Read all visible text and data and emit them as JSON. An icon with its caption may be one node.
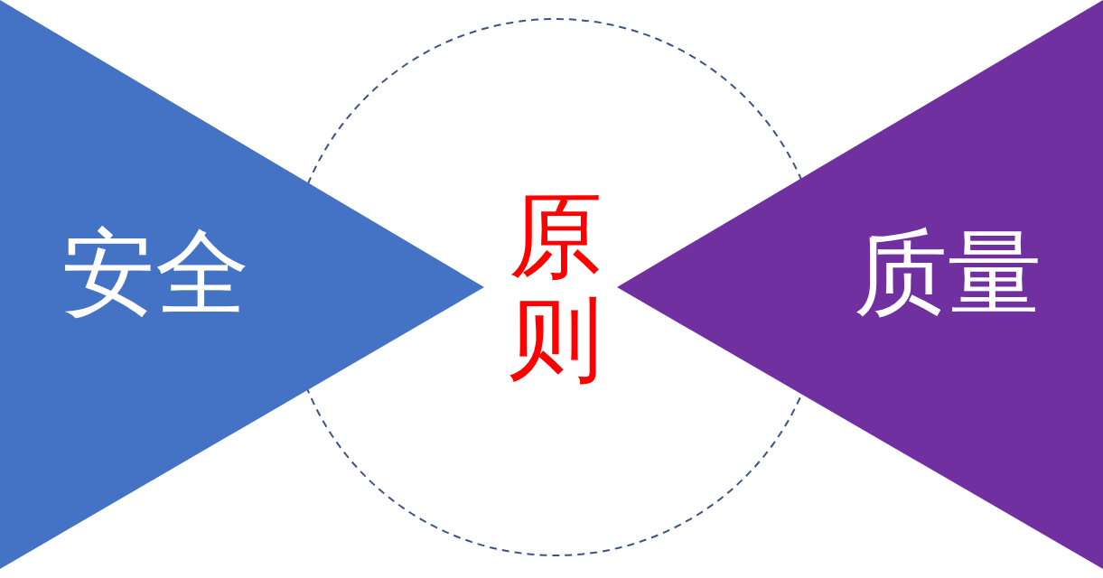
{
  "diagram": {
    "nodes": [
      {
        "text": [
          "原则"
        ]
      },
      {
        "text": [
          "安全"
        ]
      },
      {
        "text": [
          "质量"
        ]
      }
    ]
  }
}
